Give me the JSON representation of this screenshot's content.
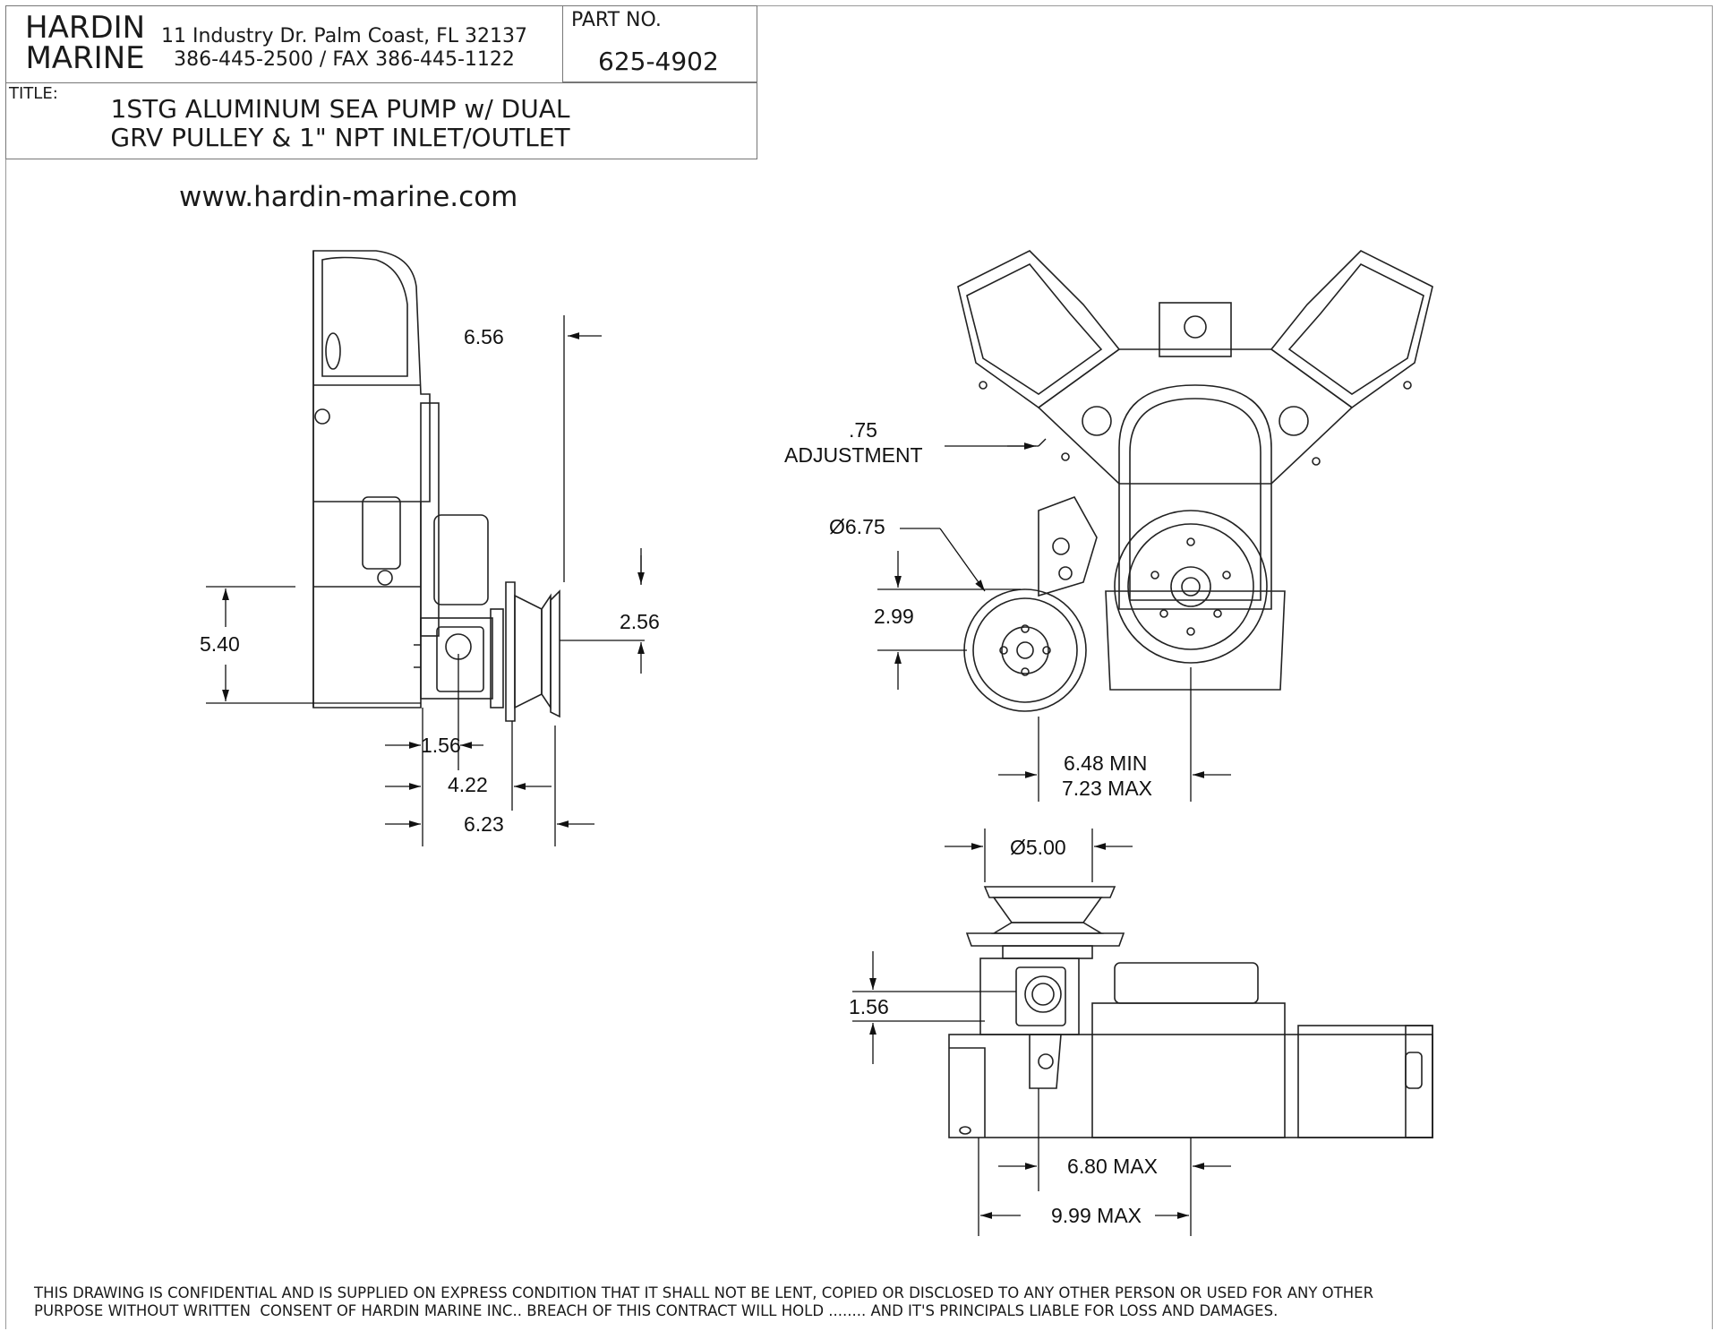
{
  "title_block": {
    "company_line1": "HARDIN",
    "company_line2": "MARINE",
    "address_line1": "11 Industry Dr. Palm Coast, FL 32137",
    "address_line2": "386-445-2500 / FAX 386-445-1122",
    "part_no_label": "PART NO.",
    "part_no": "625-4902",
    "title_label": "TITLE:",
    "title_line1": "1STG ALUMINUM SEA PUMP w/ DUAL",
    "title_line2": "GRV PULLEY & 1\" NPT INLET/OUTLET"
  },
  "website": "www.hardin-marine.com",
  "side_view": {
    "dim_height_top": "6.56",
    "dim_offset_vertical": "5.40",
    "dim_pulley_height": "2.56",
    "dim_inlet_offset": "1.56",
    "dim_pulley_center": "4.22",
    "dim_overall_depth": "6.23"
  },
  "front_view": {
    "dim_adjustment_value": ".75",
    "dim_adjustment_label": "ADJUSTMENT",
    "dim_pulley_diameter": "Ø6.75",
    "dim_vertical": "2.99",
    "dim_horizontal_min": "6.48 MIN",
    "dim_horizontal_max": "7.23 MAX"
  },
  "top_view": {
    "dim_pulley_diameter": "Ø5.00",
    "dim_vertical": "1.56",
    "dim_max_a": "6.80 MAX",
    "dim_max_b": "9.99 MAX"
  },
  "footer": {
    "line1": "THIS DRAWING IS CONFIDENTIAL AND IS SUPPLIED ON EXPRESS CONDITION THAT IT SHALL NOT BE LENT, COPIED OR DISCLOSED TO ANY OTHER PERSON OR USED FOR ANY OTHER",
    "line2": "PURPOSE WITHOUT WRITTEN  CONSENT OF HARDIN MARINE INC.. BREACH OF THIS CONTRACT WILL HOLD ........ AND IT'S PRINCIPALS LIABLE FOR LOSS AND DAMAGES."
  }
}
